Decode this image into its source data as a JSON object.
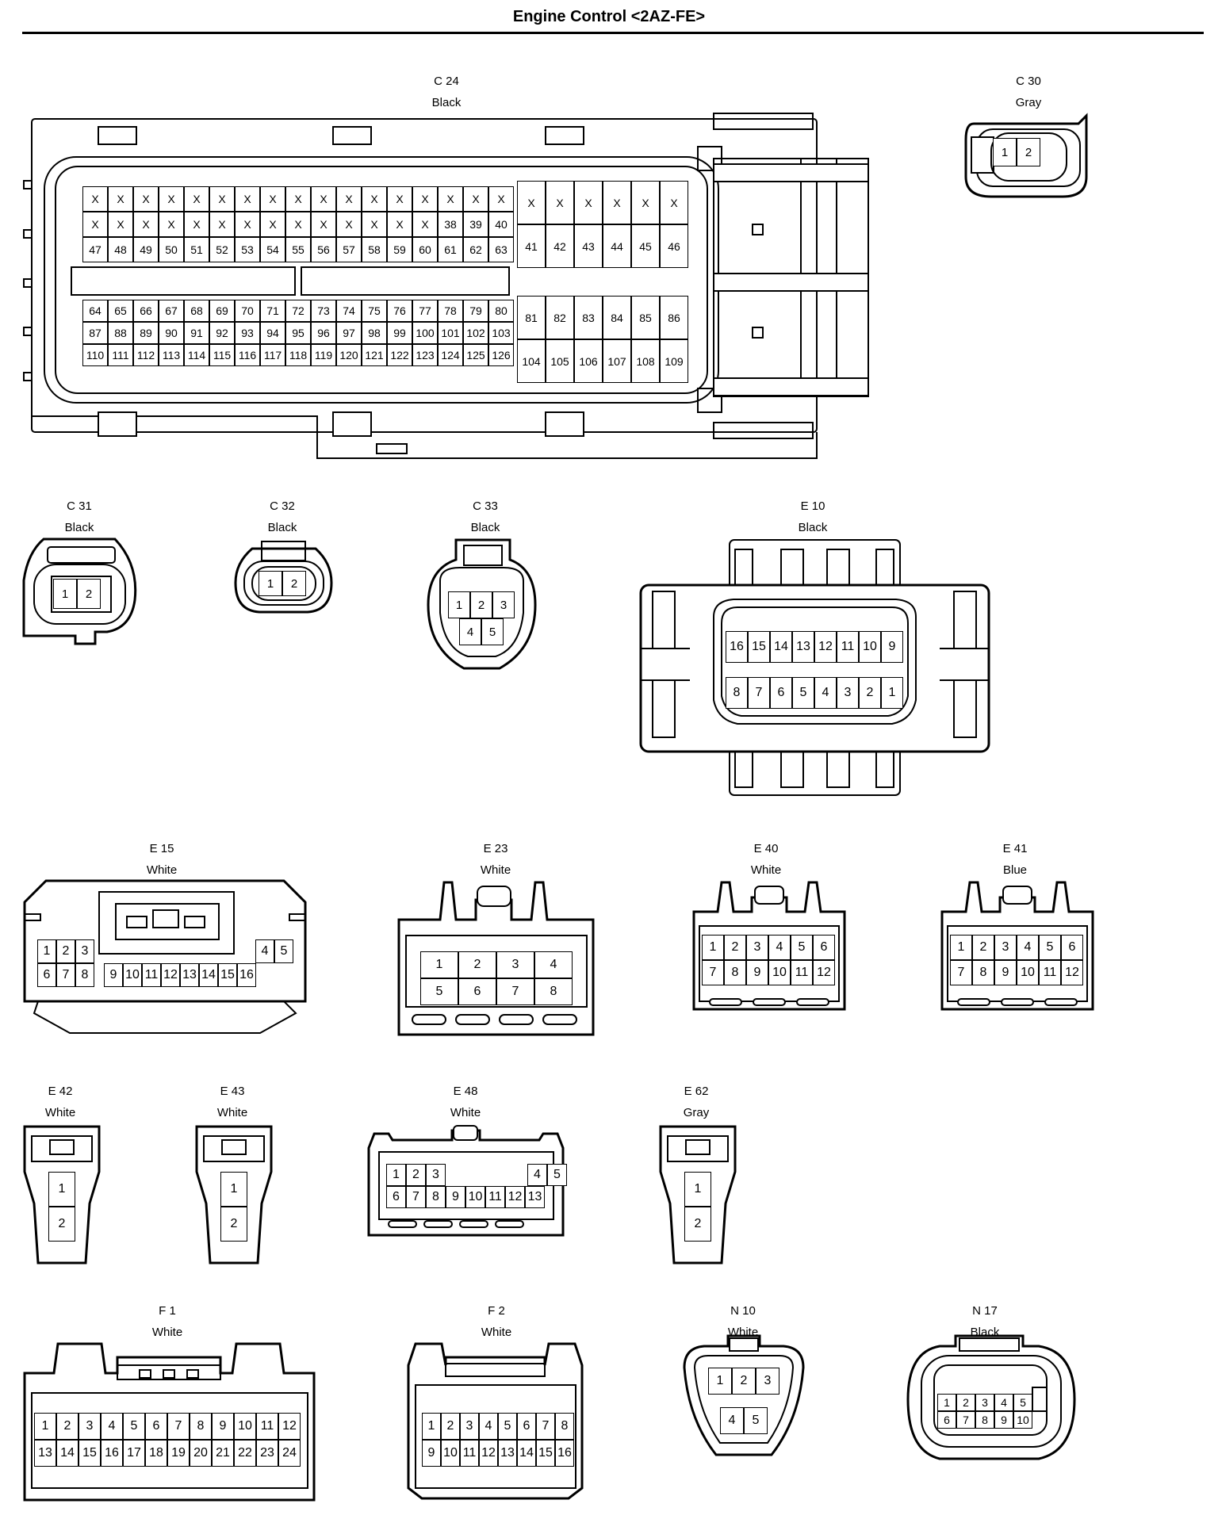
{
  "title": "Engine Control <2AZ-FE>",
  "connectors": {
    "C24": {
      "id": "C 24",
      "color": "Black",
      "rows": [
        [
          "X",
          "X",
          "X",
          "X",
          "X",
          "X",
          "X",
          "X",
          "X",
          "X",
          "X",
          "X",
          "X",
          "X",
          "X",
          "X",
          "X"
        ],
        [
          "X",
          "X",
          "X",
          "X",
          "X",
          "X",
          "X",
          "X",
          "X",
          "X",
          "X",
          "X",
          "X",
          "X",
          "38",
          "39",
          "40"
        ],
        [
          "47",
          "48",
          "49",
          "50",
          "51",
          "52",
          "53",
          "54",
          "55",
          "56",
          "57",
          "58",
          "59",
          "60",
          "61",
          "62",
          "63"
        ],
        [
          "64",
          "65",
          "66",
          "67",
          "68",
          "69",
          "70",
          "71",
          "72",
          "73",
          "74",
          "75",
          "76",
          "77",
          "78",
          "79",
          "80"
        ],
        [
          "87",
          "88",
          "89",
          "90",
          "91",
          "92",
          "93",
          "94",
          "95",
          "96",
          "97",
          "98",
          "99",
          "100",
          "101",
          "102",
          "103"
        ],
        [
          "110",
          "111",
          "112",
          "113",
          "114",
          "115",
          "116",
          "117",
          "118",
          "119",
          "120",
          "121",
          "122",
          "123",
          "124",
          "125",
          "126"
        ]
      ],
      "right_rows": [
        [
          "X",
          "X",
          "X",
          "X",
          "X",
          "X"
        ],
        [
          "41",
          "42",
          "43",
          "44",
          "45",
          "46"
        ],
        [
          "81",
          "82",
          "83",
          "84",
          "85",
          "86"
        ],
        [
          "104",
          "105",
          "106",
          "107",
          "108",
          "109"
        ]
      ]
    },
    "C30": {
      "id": "C 30",
      "color": "Gray",
      "rows": [
        [
          "1",
          "2"
        ]
      ]
    },
    "C31": {
      "id": "C 31",
      "color": "Black",
      "rows": [
        [
          "1",
          "2"
        ]
      ]
    },
    "C32": {
      "id": "C 32",
      "color": "Black",
      "rows": [
        [
          "1",
          "2"
        ]
      ]
    },
    "C33": {
      "id": "C 33",
      "color": "Black",
      "rows": [
        [
          "1",
          "2",
          "3"
        ],
        [
          "4",
          "5"
        ]
      ]
    },
    "E10": {
      "id": "E 10",
      "color": "Black",
      "rows": [
        [
          "16",
          "15",
          "14",
          "13",
          "12",
          "11",
          "10",
          "9"
        ],
        [
          "8",
          "7",
          "6",
          "5",
          "4",
          "3",
          "2",
          "1"
        ]
      ]
    },
    "E15": {
      "id": "E 15",
      "color": "White",
      "rows": [
        [
          "1",
          "2",
          "3",
          "4",
          "5"
        ],
        [
          "6",
          "7",
          "8",
          "9",
          "10",
          "11",
          "12",
          "13",
          "14",
          "15",
          "16"
        ]
      ]
    },
    "E23": {
      "id": "E 23",
      "color": "White",
      "rows": [
        [
          "1",
          "2",
          "3",
          "4"
        ],
        [
          "5",
          "6",
          "7",
          "8"
        ]
      ]
    },
    "E40": {
      "id": "E 40",
      "color": "White",
      "rows": [
        [
          "1",
          "2",
          "3",
          "4",
          "5",
          "6"
        ],
        [
          "7",
          "8",
          "9",
          "10",
          "11",
          "12"
        ]
      ]
    },
    "E41": {
      "id": "E 41",
      "color": "Blue",
      "rows": [
        [
          "1",
          "2",
          "3",
          "4",
          "5",
          "6"
        ],
        [
          "7",
          "8",
          "9",
          "10",
          "11",
          "12"
        ]
      ]
    },
    "E42": {
      "id": "E 42",
      "color": "White",
      "rows": [
        [
          "1"
        ],
        [
          "2"
        ]
      ]
    },
    "E43": {
      "id": "E 43",
      "color": "White",
      "rows": [
        [
          "1"
        ],
        [
          "2"
        ]
      ]
    },
    "E48": {
      "id": "E 48",
      "color": "White",
      "rows": [
        [
          "1",
          "2",
          "3",
          "4",
          "5"
        ],
        [
          "6",
          "7",
          "8",
          "9",
          "10",
          "11",
          "12",
          "13"
        ]
      ]
    },
    "E62": {
      "id": "E 62",
      "color": "Gray",
      "rows": [
        [
          "1"
        ],
        [
          "2"
        ]
      ]
    },
    "F1": {
      "id": "F 1",
      "color": "White",
      "rows": [
        [
          "1",
          "2",
          "3",
          "4",
          "5",
          "6",
          "7",
          "8",
          "9",
          "10",
          "11",
          "12"
        ],
        [
          "13",
          "14",
          "15",
          "16",
          "17",
          "18",
          "19",
          "20",
          "21",
          "22",
          "23",
          "24"
        ]
      ]
    },
    "F2": {
      "id": "F 2",
      "color": "White",
      "rows": [
        [
          "1",
          "2",
          "3",
          "4",
          "5",
          "6",
          "7",
          "8"
        ],
        [
          "9",
          "10",
          "11",
          "12",
          "13",
          "14",
          "15",
          "16"
        ]
      ]
    },
    "N10": {
      "id": "N 10",
      "color": "White",
      "rows": [
        [
          "1",
          "2",
          "3"
        ],
        [
          "4",
          "5"
        ]
      ]
    },
    "N17": {
      "id": "N 17",
      "color": "Black",
      "rows": [
        [
          "1",
          "2",
          "3",
          "4",
          "5"
        ],
        [
          "6",
          "7",
          "8",
          "9",
          "10"
        ]
      ]
    }
  }
}
